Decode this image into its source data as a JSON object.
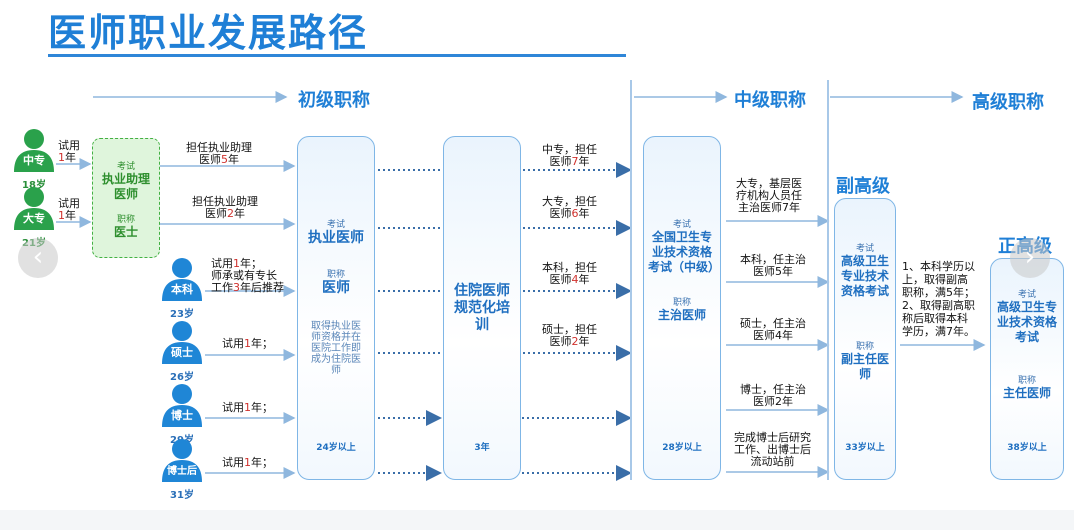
{
  "title": "医师职业发展路径",
  "sections": {
    "junior": "初级职称",
    "middle": "中级职称",
    "vice_senior": "副高级",
    "senior": "高级职称",
    "full_senior": "正高级"
  },
  "persons": [
    {
      "label": "中专",
      "age": "18岁"
    },
    {
      "label": "大专",
      "age": "21岁"
    },
    {
      "label": "本科",
      "age": "23岁"
    },
    {
      "label": "硕士",
      "age": "26岁"
    },
    {
      "label": "博士",
      "age": "29岁"
    },
    {
      "label": "博士后",
      "age": "31岁"
    }
  ],
  "trials": [
    {
      "l1": "试用",
      "num": "1",
      "unit": "年"
    },
    {
      "l1": "试用",
      "num": "1",
      "unit": "年"
    }
  ],
  "box_assistant": {
    "exam_label": "考试",
    "exam": "执业助理医师",
    "title_label": "职称",
    "title": "医士"
  },
  "assist_paths": [
    {
      "l1": "担任执业助理",
      "l2_pre": "医师",
      "num": "5",
      "unit": "年"
    },
    {
      "l1": "担任执业助理",
      "l2_pre": "医师",
      "num": "2",
      "unit": "年"
    }
  ],
  "bachelor_text": {
    "pre": "试用",
    "num": "1",
    "l1_post": "年；",
    "l2": "师承或有专长",
    "l3_pre": "工作",
    "num2": "3",
    "l3_post": "年后推荐"
  },
  "trial_rows": [
    {
      "pre": "试用",
      "num": "1",
      "post": "年；"
    },
    {
      "pre": "试用",
      "num": "1",
      "post": "年；"
    },
    {
      "pre": "试用",
      "num": "1",
      "post": "年；"
    }
  ],
  "box_physician": {
    "exam_label": "考试",
    "exam": "执业医师",
    "title_label": "职称",
    "title": "医师",
    "note": "取得执业医师资格并在医院工作即成为住院医师",
    "age": "24岁以上"
  },
  "box_training": {
    "name": "住院医师规范化培训",
    "years": "3年"
  },
  "mid_paths": [
    {
      "l1": "中专，担任",
      "l2_pre": "医师",
      "num": "7",
      "unit": "年"
    },
    {
      "l1": "大专，担任",
      "l2_pre": "医师",
      "num": "6",
      "unit": "年"
    },
    {
      "l1": "本科，担任",
      "l2_pre": "医师",
      "num": "4",
      "unit": "年"
    },
    {
      "l1": "硕士，担任",
      "l2_pre": "医师",
      "num": "2",
      "unit": "年"
    }
  ],
  "box_attending": {
    "exam_label": "考试",
    "exam": "全国卫生专业技术资格考试（中级）",
    "title_label": "职称",
    "title": "主治医师",
    "age": "28岁以上"
  },
  "vice_paths": [
    {
      "l1": "大专，基层医",
      "l2": "疗机构人员任",
      "l3": "主治医师7年"
    },
    {
      "l1": "本科，任主治",
      "l2": "医师5年"
    },
    {
      "l1": "硕士，任主治",
      "l2": "医师4年"
    },
    {
      "l1": "博士，任主治",
      "l2": "医师2年"
    },
    {
      "l1": "完成博士后研究",
      "l2": "工作、出博士后",
      "l3": "流动站前"
    }
  ],
  "box_vice": {
    "exam_label": "考试",
    "exam": "高级卫生专业技术资格考试",
    "title_label": "职称",
    "title": "副主任医师",
    "age": "33岁以上"
  },
  "chief_text": [
    "1、本科学历以",
    "上，取得副高",
    "职称，满5年；",
    "2、取得副高职",
    "称后取得本科",
    "学历，满7年。"
  ],
  "box_chief": {
    "exam_label": "考试",
    "exam": "高级卫生专业技术资格考试",
    "title_label": "职称",
    "title": "主任医师",
    "age": "38岁以上"
  },
  "nav": {
    "prev": "‹",
    "next": "›"
  },
  "colors": {
    "accent": "#1f7fd6",
    "green": "#43b043",
    "red": "#d0312d"
  }
}
